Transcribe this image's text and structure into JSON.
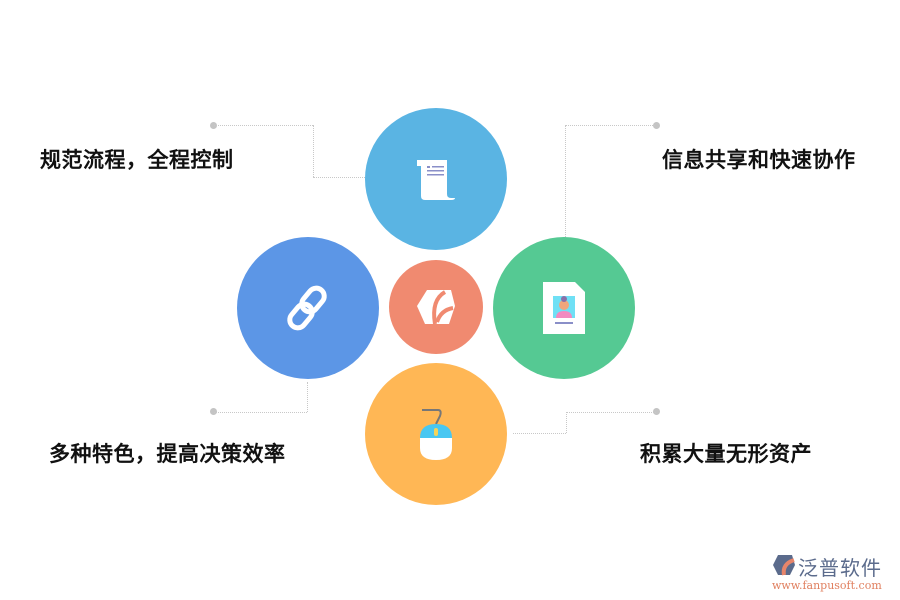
{
  "diagram": {
    "center": {
      "icon": "fanpu-logo-icon",
      "color": "#f08a70"
    },
    "nodes": [
      {
        "id": "top",
        "icon": "scroll-document-icon",
        "color": "#5ab4e3",
        "label": "规范流程，全程控制"
      },
      {
        "id": "right",
        "icon": "id-card-document-icon",
        "color": "#55c993",
        "label": "信息共享和快速协作"
      },
      {
        "id": "left",
        "icon": "chain-link-icon",
        "color": "#5c96e6",
        "label": "多种特色，提高决策效率"
      },
      {
        "id": "bottom",
        "icon": "mouse-icon",
        "color": "#ffb755",
        "label": "积累大量无形资产"
      }
    ]
  },
  "brand": {
    "name": "泛普软件",
    "url": "www.fanpusoft.com"
  }
}
